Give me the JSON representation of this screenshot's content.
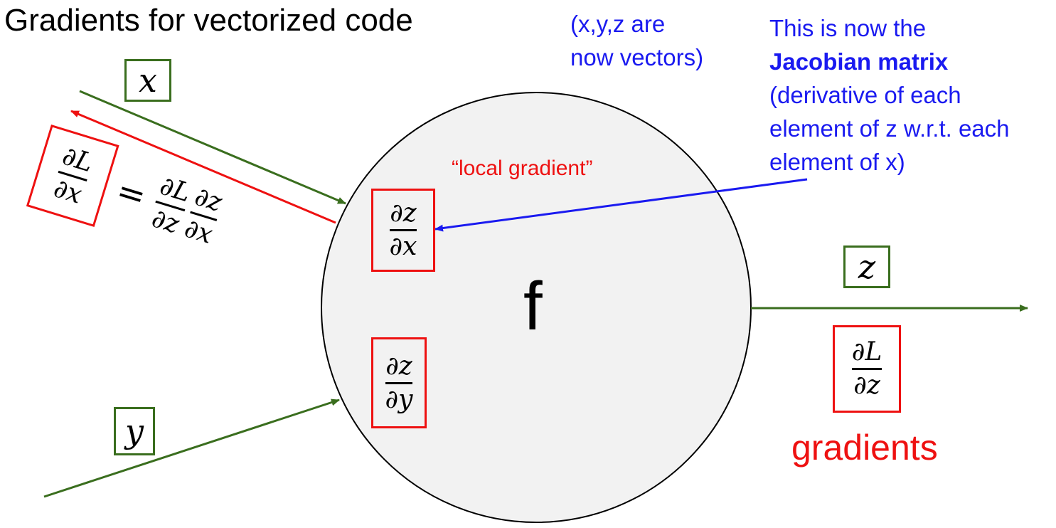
{
  "title": "Gradients for vectorized code",
  "note_vectors": {
    "line1": "(x,y,z are",
    "line2": "now vectors)"
  },
  "note_jacobian": {
    "line1": "This is now the",
    "line2": "Jacobian matrix",
    "line3": "(derivative of each",
    "line4": "element of z w.r.t. each",
    "line5": "element of x)"
  },
  "local_gradient_label": "“local gradient”",
  "node_label": "f",
  "gradients_label": "gradients",
  "variables": {
    "x": "x",
    "y": "y",
    "z": "z"
  },
  "fractions": {
    "dz_dx": {
      "num": "∂z",
      "den": "∂x"
    },
    "dz_dy": {
      "num": "∂z",
      "den": "∂y"
    },
    "dL_dz": {
      "num": "∂L",
      "den": "∂z"
    },
    "dL_dx": {
      "num": "∂L",
      "den": "∂x"
    }
  },
  "equation_sign": "=",
  "colors": {
    "forward": "#3a6e1e",
    "backward": "#ee1111",
    "jacobian_arrow": "#1a1af0",
    "node_fill": "#f2f2f2"
  }
}
